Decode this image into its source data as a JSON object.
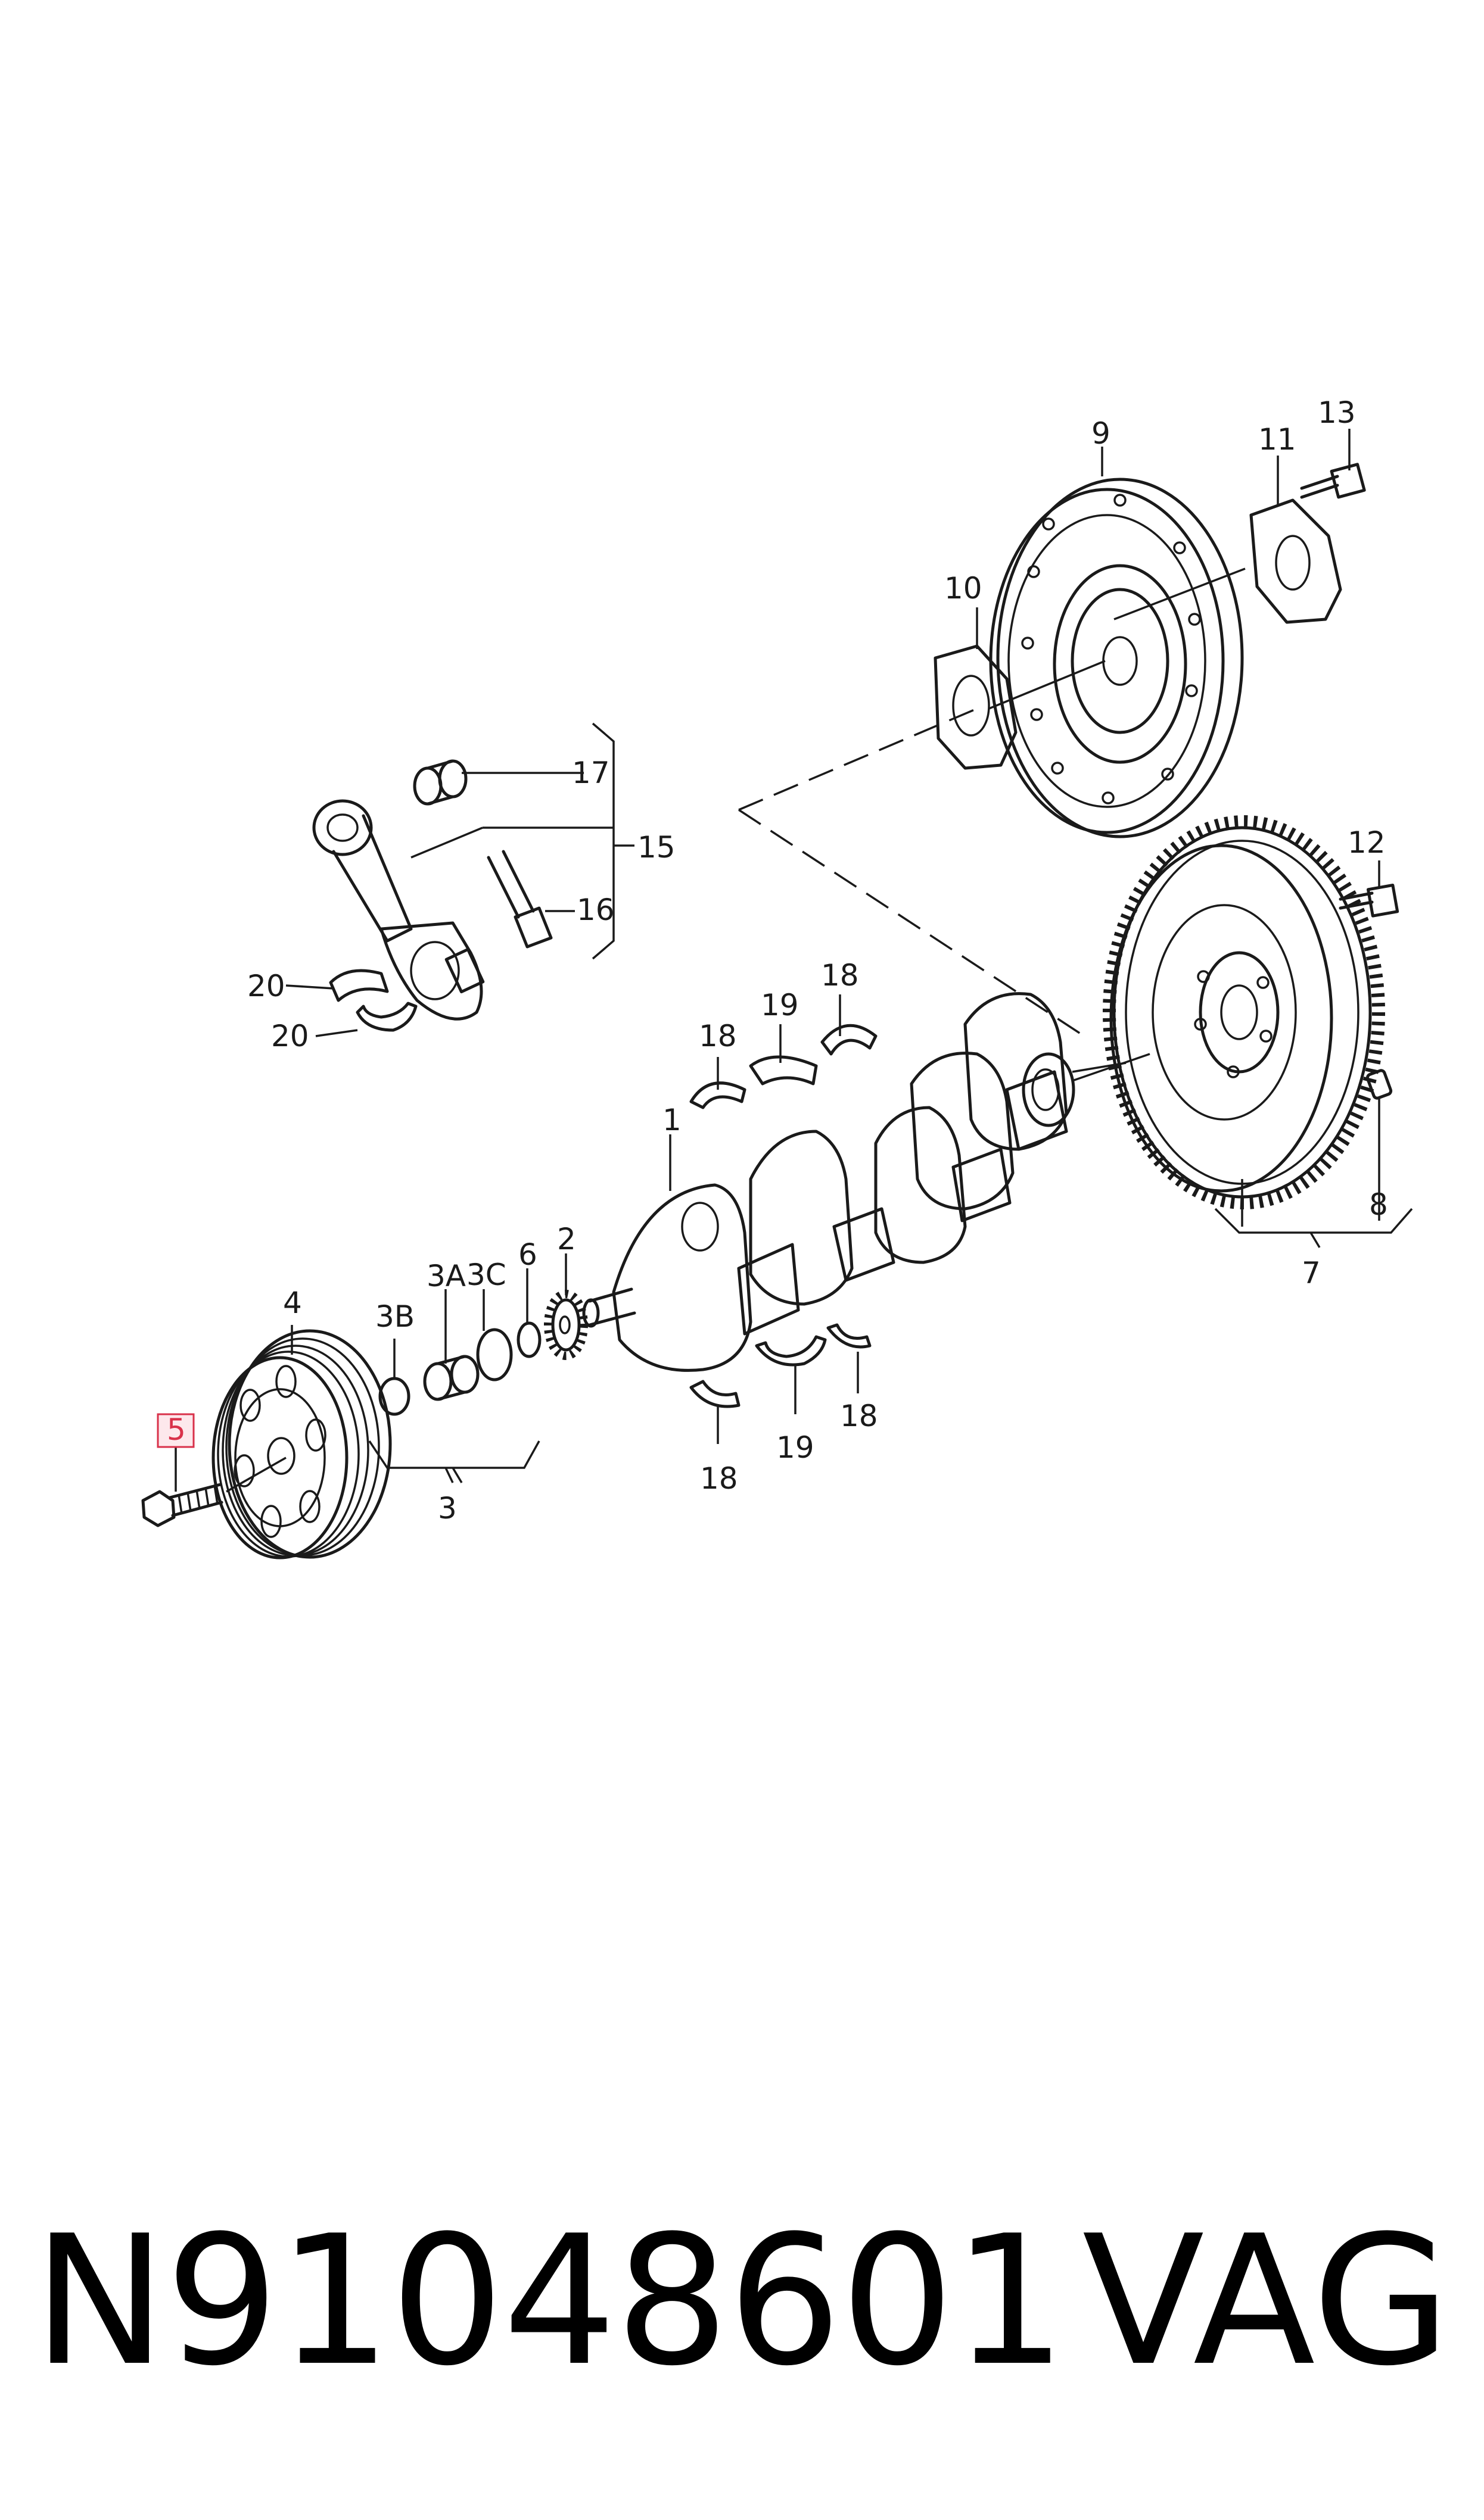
{
  "diagram": {
    "callouts": {
      "c1": "1",
      "c2": "2",
      "c3": "3",
      "c3a": "3A",
      "c3b": "3B",
      "c3c": "3C",
      "c4": "4",
      "c5": "5",
      "c6": "6",
      "c7": "7",
      "c8": "8",
      "c9": "9",
      "c10": "10",
      "c11": "11",
      "c12": "12",
      "c13": "13",
      "c15": "15",
      "c16": "16",
      "c17": "17",
      "c18a": "18",
      "c18b": "18",
      "c18c": "18",
      "c18d": "18",
      "c19a": "19",
      "c19b": "19",
      "c20a": "20",
      "c20b": "20"
    },
    "highlighted_callout": "5",
    "highlight_color": "#d9314a"
  },
  "footer": {
    "part_number": "N91048601",
    "brand": "VAG"
  }
}
